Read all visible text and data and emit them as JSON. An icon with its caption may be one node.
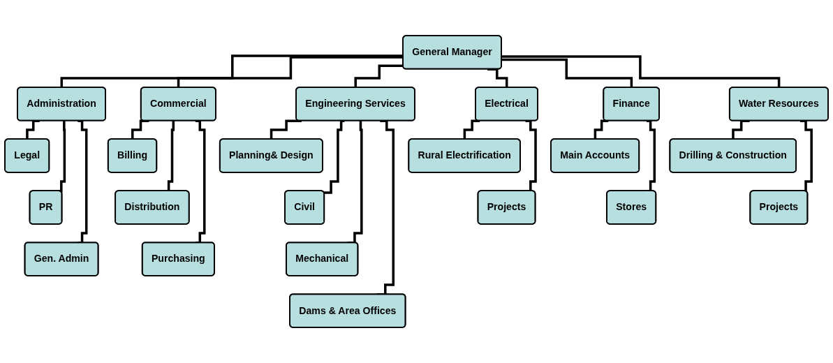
{
  "diagram": {
    "nodes": [
      {
        "text": [
          "General Manager"
        ]
      },
      {
        "text": [
          "Administration"
        ]
      },
      {
        "text": [
          "Commercial"
        ]
      },
      {
        "text": [
          "Engineering Services"
        ]
      },
      {
        "text": [
          "Electrical"
        ]
      },
      {
        "text": [
          "Finance"
        ]
      },
      {
        "text": [
          "Water Resources"
        ]
      },
      {
        "text": [
          "Legal"
        ]
      },
      {
        "text": [
          "PR"
        ]
      },
      {
        "text": [
          "Gen. Admin"
        ]
      },
      {
        "text": [
          "Billing"
        ]
      },
      {
        "text": [
          "Distribution"
        ]
      },
      {
        "text": [
          "Purchasing"
        ]
      },
      {
        "text": [
          "Planning& Design"
        ]
      },
      {
        "text": [
          "Civil"
        ]
      },
      {
        "text": [
          "Mechanical"
        ]
      },
      {
        "text": [
          "Dams & Area Offices"
        ]
      },
      {
        "text": [
          "Rural Electrification"
        ]
      },
      {
        "text": [
          "Projects"
        ]
      },
      {
        "text": [
          "Main Accounts"
        ]
      },
      {
        "text": [
          "Stores"
        ]
      },
      {
        "text": [
          "Drilling & Construction"
        ]
      },
      {
        "text": [
          "Projects"
        ]
      }
    ],
    "edges": [
      {
        "from": 0,
        "to": 1,
        "arrow": "none"
      },
      {
        "from": 0,
        "to": 2,
        "arrow": "none"
      },
      {
        "from": 0,
        "to": 3,
        "arrow": "none"
      },
      {
        "from": 0,
        "to": 4,
        "arrow": "none"
      },
      {
        "from": 0,
        "to": 5,
        "arrow": "none"
      },
      {
        "from": 0,
        "to": 6,
        "arrow": "none"
      },
      {
        "from": 1,
        "to": 7,
        "arrow": "none"
      },
      {
        "from": 1,
        "to": 8,
        "arrow": "none"
      },
      {
        "from": 1,
        "to": 9,
        "arrow": "none"
      },
      {
        "from": 2,
        "to": 10,
        "arrow": "none"
      },
      {
        "from": 2,
        "to": 11,
        "arrow": "none"
      },
      {
        "from": 2,
        "to": 12,
        "arrow": "none"
      },
      {
        "from": 3,
        "to": 13,
        "arrow": "none"
      },
      {
        "from": 3,
        "to": 14,
        "arrow": "none"
      },
      {
        "from": 3,
        "to": 15,
        "arrow": "none"
      },
      {
        "from": 3,
        "to": 16,
        "arrow": "none"
      },
      {
        "from": 4,
        "to": 17,
        "arrow": "none"
      },
      {
        "from": 4,
        "to": 18,
        "arrow": "none"
      },
      {
        "from": 5,
        "to": 19,
        "arrow": "none"
      },
      {
        "from": 5,
        "to": 20,
        "arrow": "none"
      },
      {
        "from": 6,
        "to": 21,
        "arrow": "none"
      },
      {
        "from": 6,
        "to": 22,
        "arrow": "none"
      }
    ]
  }
}
